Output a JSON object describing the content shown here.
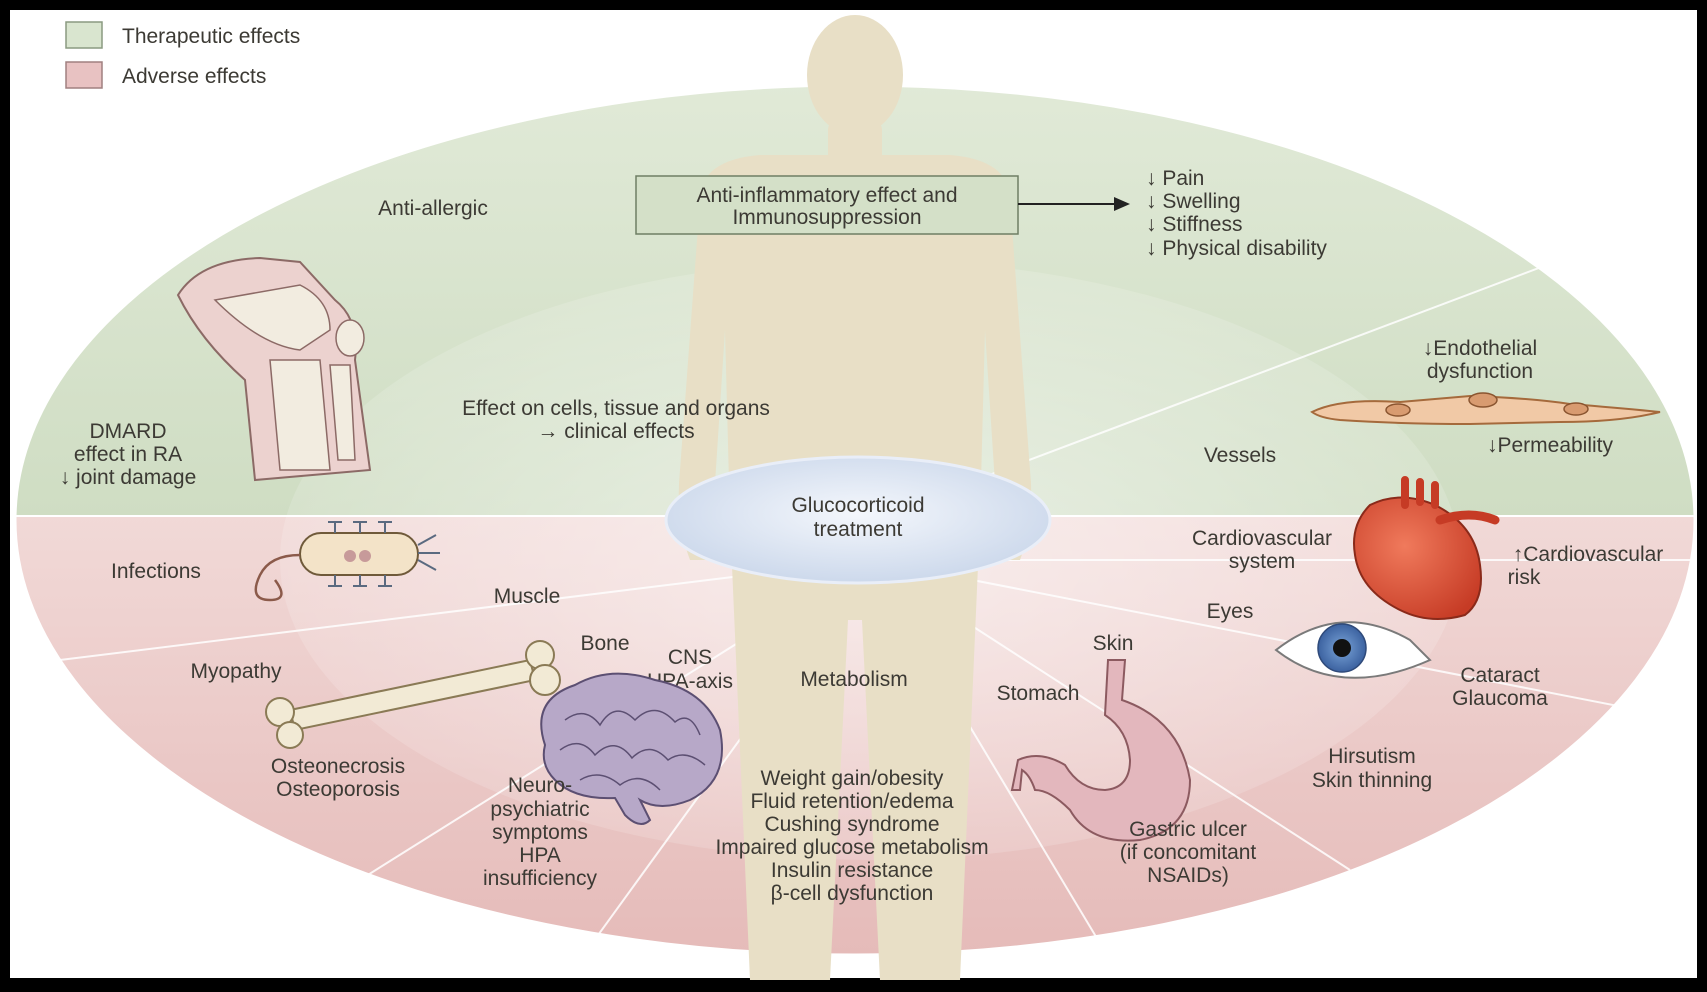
{
  "legend": {
    "therapeutic": "Therapeutic effects",
    "adverse": "Adverse effects"
  },
  "center": {
    "line1": "Glucocorticoid",
    "line2": "treatment"
  },
  "inner_caption": {
    "line1": "Effect on cells, tissue and organs",
    "line2": "→ clinical effects"
  },
  "therapeutic": {
    "anti_allergic": "Anti-allergic",
    "box_line1": "Anti-inflammatory effect and",
    "box_line2": "Immunosuppression",
    "outcomes": [
      "↓ Pain",
      "↓ Swelling",
      "↓ Stiffness",
      "↓ Physical disability"
    ],
    "dmard": [
      "DMARD",
      "effect in RA",
      "↓ joint damage"
    ],
    "vessels": "Vessels",
    "endothelial": [
      "↓Endothelial",
      "dysfunction"
    ],
    "permeability": "↓Permeability"
  },
  "adverse": {
    "infections": "Infections",
    "muscle": "Muscle",
    "myopathy": "Myopathy",
    "bone": "Bone",
    "bone_effects": [
      "Osteonecrosis",
      "Osteoporosis"
    ],
    "cns": [
      "CNS",
      "HPA-axis"
    ],
    "neuro": [
      "Neuro-",
      "psychiatric",
      "symptoms",
      "HPA",
      "insufficiency"
    ],
    "metabolism": "Metabolism",
    "metabolic_effects": [
      "Weight gain/obesity",
      "Fluid retention/edema",
      "Cushing syndrome",
      "Impaired glucose metabolism",
      "Insulin resistance",
      "β-cell dysfunction"
    ],
    "stomach": "Stomach",
    "gastric": [
      "Gastric ulcer",
      "(if concomitant",
      "NSAIDs)"
    ],
    "skin": "Skin",
    "skin_effects": [
      "Hirsutism",
      "Skin thinning"
    ],
    "eyes": "Eyes",
    "eye_effects": [
      "Cataract",
      "Glaucoma"
    ],
    "cardio": [
      "Cardiovascular",
      "system"
    ],
    "cardio_risk": [
      "↑Cardiovascular",
      "risk"
    ]
  },
  "colors": {
    "therapeutic": "#d9e5cf",
    "adverse": "#e8c2c2",
    "body": "#e6dcc3",
    "center": "#dde6f3"
  },
  "icons": [
    "knee-joint-icon",
    "bacterium-icon",
    "bone-icon",
    "brain-icon",
    "stomach-icon",
    "eye-icon",
    "heart-icon",
    "endothelial-cells-icon"
  ]
}
